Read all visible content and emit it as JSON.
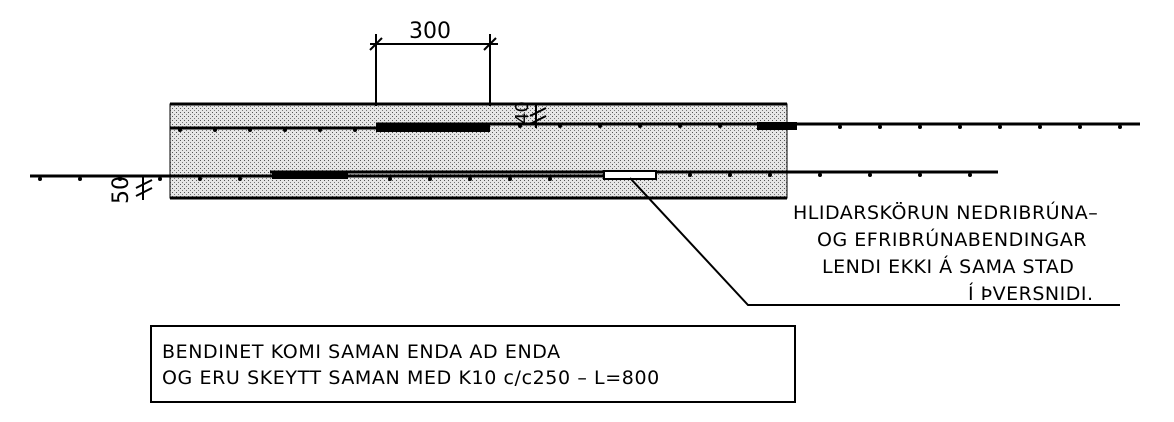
{
  "dimensions": {
    "lap_length": "300",
    "top_cover": "40",
    "bottom_cover": "50"
  },
  "note": {
    "lines": [
      "HLIDARSKÖRUN NEDRIBRÚNA–",
      "OG EFRIBRÚNABENDINGAR",
      "LENDI EKKI Á SAMA STAD",
      "Í ÞVERSNIDI."
    ]
  },
  "box": {
    "line1": "BENDINET KOMI SAMAN ENDA AD ENDA",
    "line2": "OG ERU SKEYTT SAMAN MED K10 c/c250 – L=800"
  },
  "colors": {
    "ink": "#000000",
    "concrete_fill": "#d0d0d0"
  }
}
